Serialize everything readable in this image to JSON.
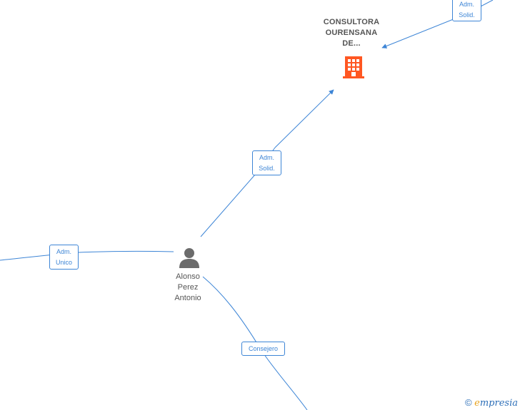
{
  "nodes": {
    "company": {
      "name_line1": "CONSULTORA",
      "name_line2": "OURENSANA",
      "name_line3": "DE...",
      "icon": "building-icon",
      "icon_color": "#ff5722"
    },
    "person": {
      "name_line1": "Alonso",
      "name_line2": "Perez",
      "name_line3": "Antonio",
      "icon": "person-icon",
      "icon_color": "#6b6b6b"
    }
  },
  "edges": {
    "top_right": {
      "line1": "Adm.",
      "line2": "Solid."
    },
    "person_company": {
      "line1": "Adm.",
      "line2": "Solid."
    },
    "left": {
      "line1": "Adm.",
      "line2": "Unico"
    },
    "bottom": {
      "line1": "Consejero"
    }
  },
  "watermark": {
    "copyright": "©",
    "brand_e": "e",
    "brand_rest": "mpresia"
  },
  "colors": {
    "edge": "#3d85d6",
    "label_text": "#555555"
  }
}
